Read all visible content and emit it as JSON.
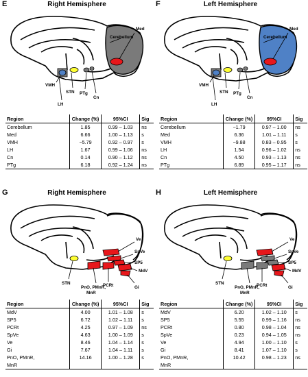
{
  "colors": {
    "blue": "#4f81c6",
    "grey": "#7a7a7a",
    "red": "#e8171b",
    "yellow": "#ffff33"
  },
  "panels": [
    {
      "letter": "E",
      "title": "Right Hemisphere",
      "headers": {
        "region": "Region",
        "change": "Change (%)",
        "ci": "95%CI",
        "sig": "Sig"
      },
      "rows": [
        {
          "region": "Cerebellum",
          "change": "1.85",
          "ci": "0.99 – 1.03",
          "sig": "ns"
        },
        {
          "region": "Med",
          "change": "6.66",
          "ci": "1.00 – 1.13",
          "sig": "s"
        },
        {
          "region": "VMH",
          "change": "−5.79",
          "ci": "0.92 – 0.97",
          "sig": "s"
        },
        {
          "region": "LH",
          "change": "1.67",
          "ci": "0.99 – 1.06",
          "sig": "ns"
        },
        {
          "region": "Cn",
          "change": "0.14",
          "ci": "0.90 – 1.12",
          "sig": "ns"
        },
        {
          "region": "PTg",
          "change": "6.18",
          "ci": "0.92 – 1.24",
          "sig": "ns"
        }
      ],
      "labels": {
        "cerebellum": "Cerebellum",
        "med": "Med",
        "vmh": "VMH",
        "stn": "STN",
        "lh": "LH",
        "ptg": "PTg",
        "cn": "Cn"
      }
    },
    {
      "letter": "F",
      "title": "Left Hemisphere",
      "headers": {
        "region": "Region",
        "change": "Change (%)",
        "ci": "95%CI",
        "sig": "Sig"
      },
      "rows": [
        {
          "region": "Cerebellum",
          "change": "−1.79",
          "ci": "0.97 – 1.00",
          "sig": "ns"
        },
        {
          "region": "Med",
          "change": "6.36",
          "ci": "1.01 – 1.11",
          "sig": "s"
        },
        {
          "region": "VMH",
          "change": "−9.88",
          "ci": "0.83 – 0.95",
          "sig": "s"
        },
        {
          "region": "LH",
          "change": "1.54",
          "ci": "0.96 – 1.02",
          "sig": "ns"
        },
        {
          "region": "Cn",
          "change": "4.50",
          "ci": "0.93 – 1.13",
          "sig": "ns"
        },
        {
          "region": "PTg",
          "change": "6.89",
          "ci": "0.95 – 1.17",
          "sig": "ns"
        }
      ],
      "labels": {
        "cerebellum": "Cerebellum",
        "med": "Med",
        "vmh": "VMH",
        "stn": "STN",
        "lh": "LH",
        "ptg": "PTg",
        "cn": "Cn"
      }
    },
    {
      "letter": "G",
      "title": "Right Hemisphere",
      "headers": {
        "region": "Region",
        "change": "Change (%)",
        "ci": "95%CI",
        "sig": "Sig"
      },
      "rows": [
        {
          "region": "MdV",
          "change": "4.00",
          "ci": "1.01 – 1.08",
          "sig": "s"
        },
        {
          "region": "SP5",
          "change": "6.72",
          "ci": "1.02 – 1.11",
          "sig": "s"
        },
        {
          "region": "PCRt",
          "change": "4.25",
          "ci": "0.97 – 1.09",
          "sig": "ns"
        },
        {
          "region": "SpVe",
          "change": "4.63",
          "ci": "1.00 – 1.09",
          "sig": "s"
        },
        {
          "region": "Ve",
          "change": "8.46",
          "ci": "1.04 – 1.14",
          "sig": "s"
        },
        {
          "region": "Gi",
          "change": "7.67",
          "ci": "1.04 – 1.11",
          "sig": "s"
        },
        {
          "region": "PnO, PMnR,",
          "change": "14.16",
          "ci": "1.00 – 1.28",
          "sig": "s"
        },
        {
          "region": "MnR",
          "change": "",
          "ci": "",
          "sig": ""
        }
      ],
      "labels": {
        "ve": "Ve",
        "spve": "SpVe",
        "sp5": "SP5",
        "mdv": "MdV",
        "pcrt": "PCRt",
        "gi": "Gi",
        "stn": "STN",
        "pno1": "PnO, PMnR,",
        "pno2": "MnR"
      }
    },
    {
      "letter": "H",
      "title": "Left Hemisphere",
      "headers": {
        "region": "Region",
        "change": "Change (%)",
        "ci": "95%CI",
        "sig": "Sig"
      },
      "rows": [
        {
          "region": "MdV",
          "change": "6.20",
          "ci": "1.02 – 1.10",
          "sig": "s"
        },
        {
          "region": "SP5",
          "change": "5.55",
          "ci": "0.99 – 1.16",
          "sig": "ns"
        },
        {
          "region": "PCRt",
          "change": "0.80",
          "ci": "0.98 – 1.04",
          "sig": "ns"
        },
        {
          "region": "SpVe",
          "change": "0.23",
          "ci": "0.94 – 1.05",
          "sig": "ns"
        },
        {
          "region": "Ve",
          "change": "4.94",
          "ci": "1.00 – 1.10",
          "sig": "s"
        },
        {
          "region": "Gi",
          "change": "8.41",
          "ci": "1.07 – 1.10",
          "sig": "s"
        },
        {
          "region": "PnO, PMnR,",
          "change": "10.42",
          "ci": "0.98 – 1.23",
          "sig": "ns"
        },
        {
          "region": "MnR",
          "change": "",
          "ci": "",
          "sig": ""
        }
      ],
      "labels": {
        "ve": "Ve",
        "spve": "SpVe",
        "sp5": "SP5",
        "mdv": "MdV",
        "pcrt": "PCRt",
        "gi": "Gi",
        "stn": "STN",
        "pno1": "PnO, PMnR,",
        "pno2": "MnR"
      }
    }
  ]
}
